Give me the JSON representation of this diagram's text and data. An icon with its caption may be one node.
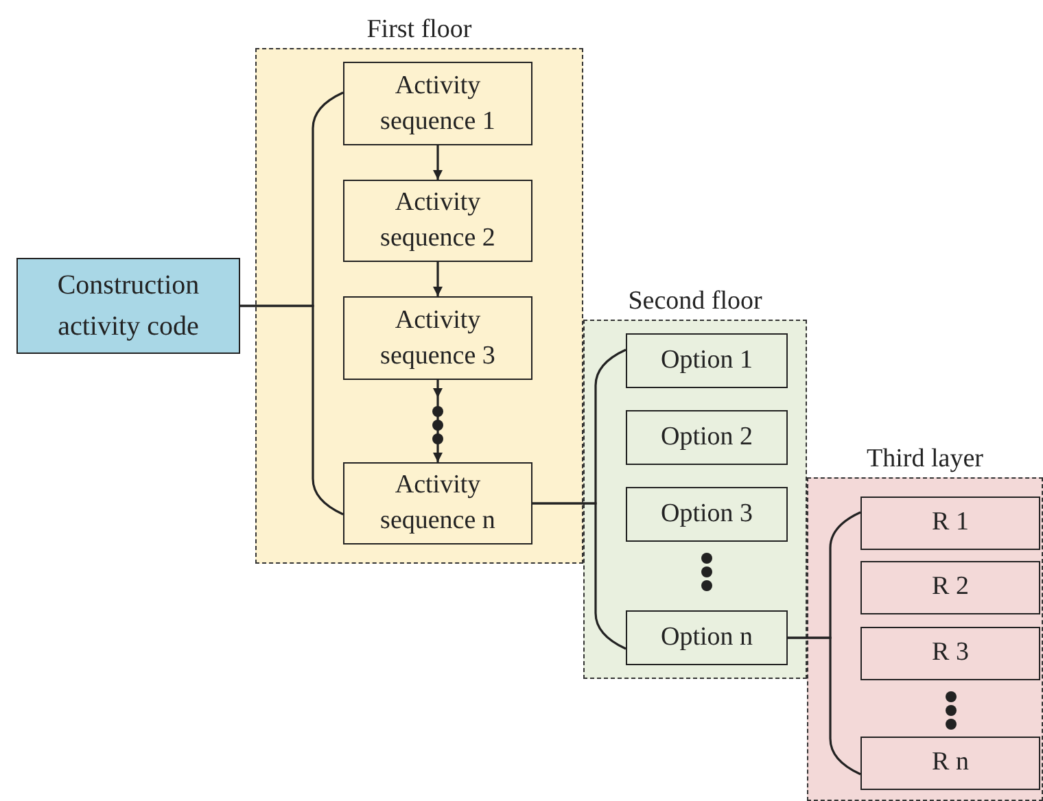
{
  "diagram": {
    "nodes": [
      {
        "text": [
          "Construction activity code"
        ]
      },
      {
        "text": [
          "First floor"
        ]
      },
      {
        "text": [
          "Activity sequence 1"
        ],
        "in": 1
      },
      {
        "text": [
          "Activity sequence 2"
        ],
        "in": 1
      },
      {
        "text": [
          "Activity sequence 3"
        ],
        "in": 1
      },
      {
        "text": [
          "Activity sequence n"
        ],
        "in": 1
      },
      {
        "text": [
          "Second floor"
        ]
      },
      {
        "text": [
          "Option 1"
        ],
        "in": 6
      },
      {
        "text": [
          "Option 2"
        ],
        "in": 6
      },
      {
        "text": [
          "Option 3"
        ],
        "in": 6
      },
      {
        "text": [
          "Option n"
        ],
        "in": 6
      },
      {
        "text": [
          "Third layer"
        ]
      },
      {
        "text": [
          "R 1"
        ],
        "in": 11
      },
      {
        "text": [
          "R 2"
        ],
        "in": 11
      },
      {
        "text": [
          "R 3"
        ],
        "in": 11
      },
      {
        "text": [
          "R n"
        ],
        "in": 11
      }
    ],
    "edges": [
      {
        "from": 0,
        "to": 2,
        "arrow": "none"
      },
      {
        "from": 0,
        "to": 5,
        "arrow": "none"
      },
      {
        "from": 2,
        "to": 3,
        "arrow": "to"
      },
      {
        "from": 3,
        "to": 4,
        "arrow": "to"
      },
      {
        "from": 4,
        "to": 5,
        "arrow": "to"
      },
      {
        "from": 5,
        "to": 7,
        "arrow": "none"
      },
      {
        "from": 5,
        "to": 10,
        "arrow": "none"
      },
      {
        "from": 10,
        "to": 12,
        "arrow": "none"
      },
      {
        "from": 10,
        "to": 15,
        "arrow": "none"
      }
    ]
  }
}
